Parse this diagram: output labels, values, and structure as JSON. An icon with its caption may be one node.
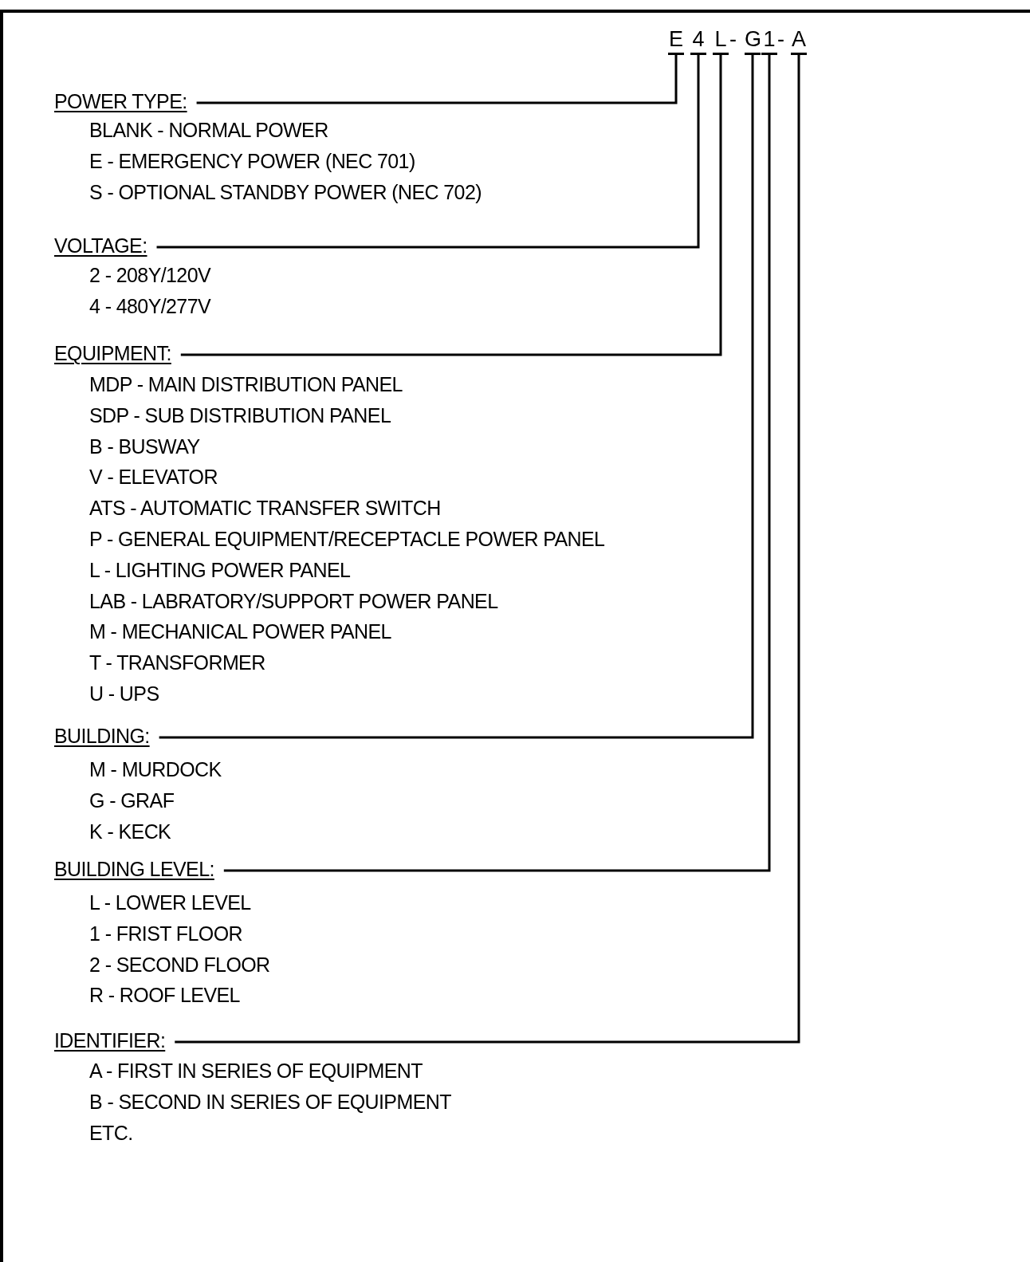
{
  "diagram": {
    "nodes": [
      {
        "text": [
          "E"
        ]
      },
      {
        "text": [
          "4"
        ]
      },
      {
        "text": [
          "L"
        ]
      },
      {
        "text": [
          "G"
        ]
      },
      {
        "text": [
          "1"
        ]
      },
      {
        "text": [
          "A"
        ]
      },
      {
        "text": [
          "POWER TYPE:"
        ],
        "beside": [
          "BLANK - NORMAL POWER",
          "E - EMERGENCY POWER (NEC 701)",
          "S - OPTIONAL STANDBY POWER (NEC 702)"
        ]
      },
      {
        "text": [
          "VOLTAGE:"
        ],
        "beside": [
          "2 - 208Y/120V",
          "4 - 480Y/277V"
        ]
      },
      {
        "text": [
          "EQUIPMENT:"
        ],
        "beside": [
          "MDP - MAIN DISTRIBUTION PANEL",
          "SDP - SUB DISTRIBUTION PANEL",
          "B - BUSWAY",
          "V - ELEVATOR",
          "ATS - AUTOMATIC TRANSFER SWITCH",
          "P - GENERAL EQUIPMENT/RECEPTACLE POWER PANEL",
          "L - LIGHTING POWER PANEL",
          "LAB - LABRATORY/SUPPORT POWER PANEL",
          "M - MECHANICAL POWER PANEL",
          "T - TRANSFORMER",
          "U - UPS"
        ]
      },
      {
        "text": [
          "BUILDING:"
        ],
        "beside": [
          "M - MURDOCK",
          "G - GRAF",
          "K - KECK"
        ]
      },
      {
        "text": [
          "BUILDING LEVEL:"
        ],
        "beside": [
          "L - LOWER LEVEL",
          "1 - FRIST FLOOR",
          "2 - SECOND FLOOR",
          "R - ROOF LEVEL"
        ]
      },
      {
        "text": [
          "IDENTIFIER:"
        ],
        "beside": [
          "A - FIRST IN SERIES OF EQUIPMENT",
          "B - SECOND IN SERIES OF EQUIPMENT",
          "ETC."
        ]
      }
    ],
    "edges": [
      {
        "from": 6,
        "to": 0,
        "arrow": "none"
      },
      {
        "from": 7,
        "to": 1,
        "arrow": "none"
      },
      {
        "from": 8,
        "to": 2,
        "arrow": "none"
      },
      {
        "from": 9,
        "to": 3,
        "arrow": "none"
      },
      {
        "from": 10,
        "to": 4,
        "arrow": "none"
      },
      {
        "from": 11,
        "to": 5,
        "arrow": "none"
      }
    ],
    "labels": [
      "-",
      "-"
    ]
  }
}
